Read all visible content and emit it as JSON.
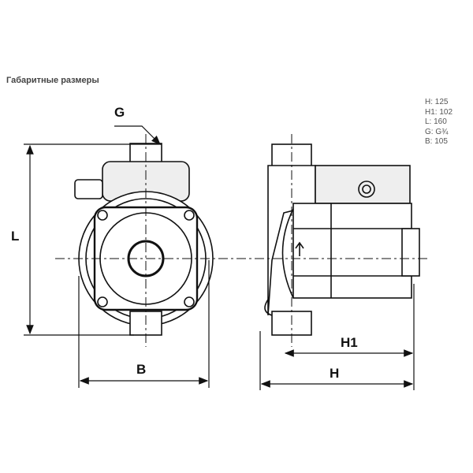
{
  "title": "Габаритные размеры",
  "specs": [
    "H: 125",
    "H1: 102",
    "L: 160",
    "G: G¾",
    "B: 105"
  ],
  "labels": {
    "G": "G",
    "L": "L",
    "B": "B",
    "H1": "H1",
    "H": "H"
  }
}
